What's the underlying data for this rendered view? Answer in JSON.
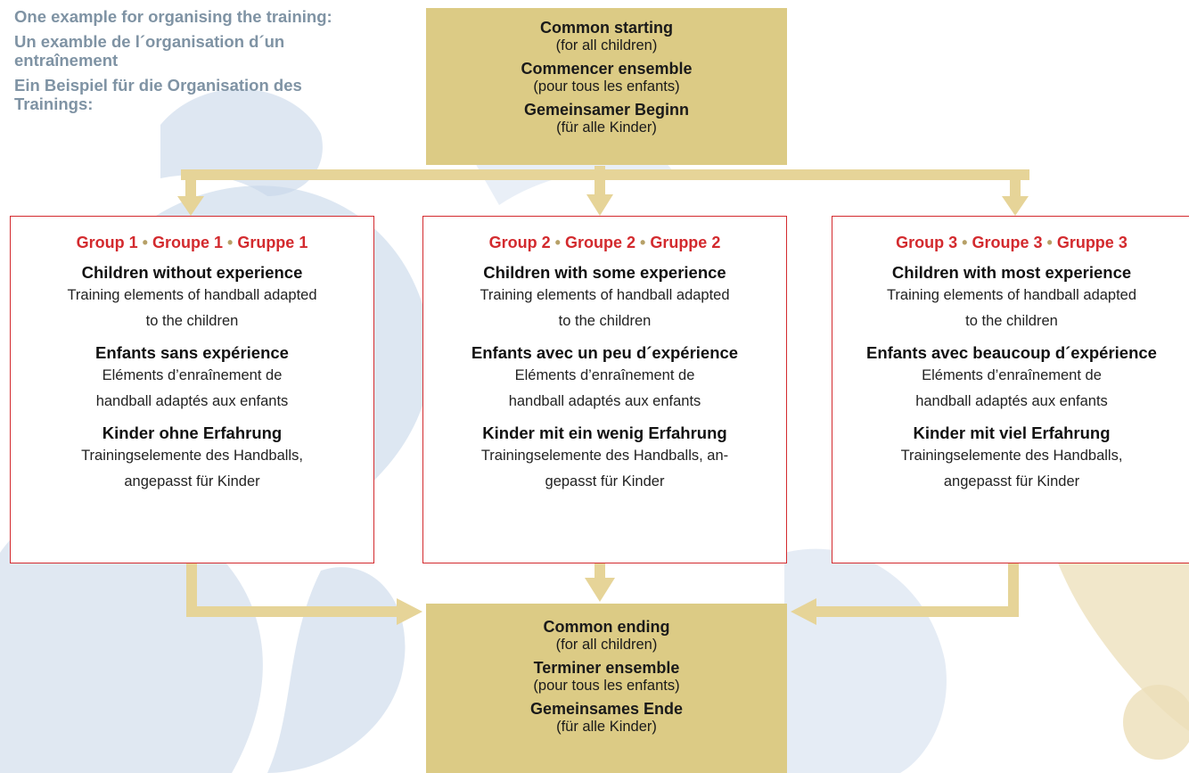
{
  "intro": [
    "One example for organising the training:",
    "Un examble de l´organisation d´un entraînement",
    "Ein Beispiel für die Organisation des Trainings:"
  ],
  "common_start": {
    "lines": [
      {
        "title": "Common starting",
        "sub": "(for all children)"
      },
      {
        "title": "Commencer ensemble",
        "sub": "(pour tous les enfants)"
      },
      {
        "title": "Gemeinsamer Beginn",
        "sub": "(für alle Kinder)"
      }
    ]
  },
  "groups": [
    {
      "header": [
        "Group 1",
        "Groupe 1",
        "Gruppe 1"
      ],
      "separator": "•",
      "sections": [
        {
          "title": "Children without experience",
          "desc": [
            "Training elements of handball adapted",
            "to the children"
          ]
        },
        {
          "title": "Enfants sans expérience",
          "desc": [
            "Eléments d’enraînement de",
            "handball adaptés aux enfants"
          ]
        },
        {
          "title": "Kinder ohne Erfahrung",
          "desc": [
            "Trainingselemente des Handballs,",
            "angepasst für Kinder"
          ]
        }
      ]
    },
    {
      "header": [
        "Group 2",
        "Groupe 2",
        "Gruppe 2"
      ],
      "separator": "•",
      "sections": [
        {
          "title": "Children with some experience",
          "desc": [
            "Training elements of handball adapted",
            "to the children"
          ]
        },
        {
          "title": "Enfants avec un peu d´expérience",
          "desc": [
            "Eléments d’enraînement de",
            "handball adaptés aux enfants"
          ]
        },
        {
          "title": "Kinder mit ein wenig Erfahrung",
          "desc": [
            "Trainingselemente des Handballs, an-",
            "gepasst für Kinder"
          ]
        }
      ]
    },
    {
      "header": [
        "Group 3",
        "Groupe 3",
        "Gruppe 3"
      ],
      "separator": "•",
      "sections": [
        {
          "title": "Children with most experience",
          "desc": [
            "Training elements of handball adapted",
            "to the children"
          ]
        },
        {
          "title": "Enfants avec beaucoup d´expérience",
          "desc": [
            "Eléments d’enraînement de",
            "handball adaptés aux enfants"
          ]
        },
        {
          "title": "Kinder mit viel Erfahrung",
          "desc": [
            "Trainingselemente des Handballs,",
            "angepasst für Kinder"
          ]
        }
      ]
    }
  ],
  "common_end": {
    "lines": [
      {
        "title": "Common ending",
        "sub": "(for all children)"
      },
      {
        "title": "Terminer ensemble",
        "sub": "(pour tous les enfants)"
      },
      {
        "title": "Gemeinsames Ende",
        "sub": "(für alle Kinder)"
      }
    ]
  },
  "colors": {
    "box_fill": "#dccb85",
    "connector": "#e6d498",
    "group_border": "#d32a2e",
    "group_header": "#d32a2e",
    "intro_text": "#7f93a4",
    "background_art": "#b9cce3"
  }
}
